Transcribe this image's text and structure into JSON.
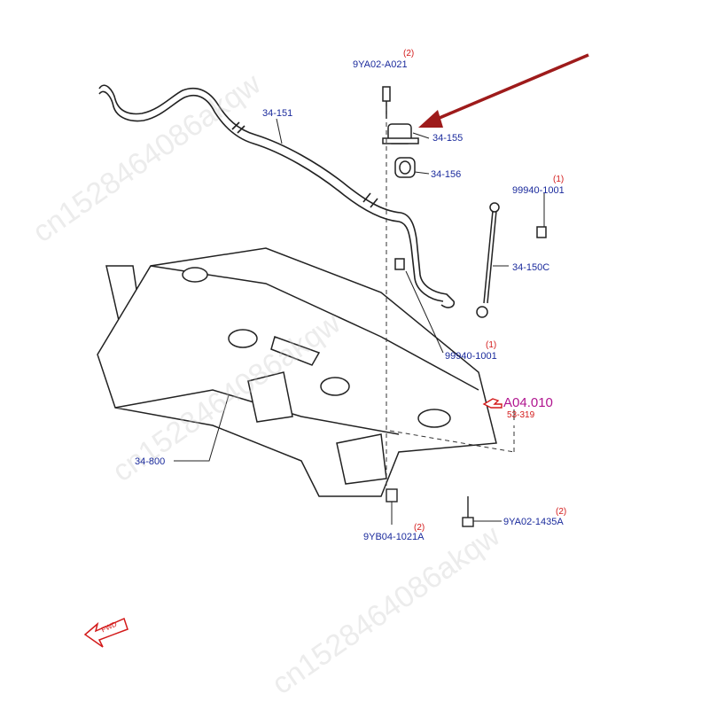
{
  "parts": {
    "bolt_top": {
      "code": "9YA02-A021",
      "qty": "(2)"
    },
    "stabilizer_bar": {
      "code": "34-151"
    },
    "bushing": {
      "code": "34-155"
    },
    "bracket": {
      "code": "34-156"
    },
    "nut_top_right": {
      "code": "99940-1001",
      "qty": "(1)"
    },
    "link": {
      "code": "34-150C"
    },
    "nut_middle": {
      "code": "99940-1001",
      "qty": "(1)"
    },
    "crossmember": {
      "code": "34-800"
    },
    "bolt_bottom": {
      "code": "9YB04-1021A",
      "qty": "(2)"
    },
    "bolt_right": {
      "code": "9YA02-1435A",
      "qty": "(2)"
    }
  },
  "reference": {
    "code": "A04.010",
    "sub": "53-319"
  },
  "fwd_label": "FWD",
  "watermark": "cn1528464086akqw",
  "colors": {
    "label": "#1a2a9c",
    "qty": "#d31a1a",
    "reference": "#b0148f",
    "arrow": "#9e1b1b"
  }
}
